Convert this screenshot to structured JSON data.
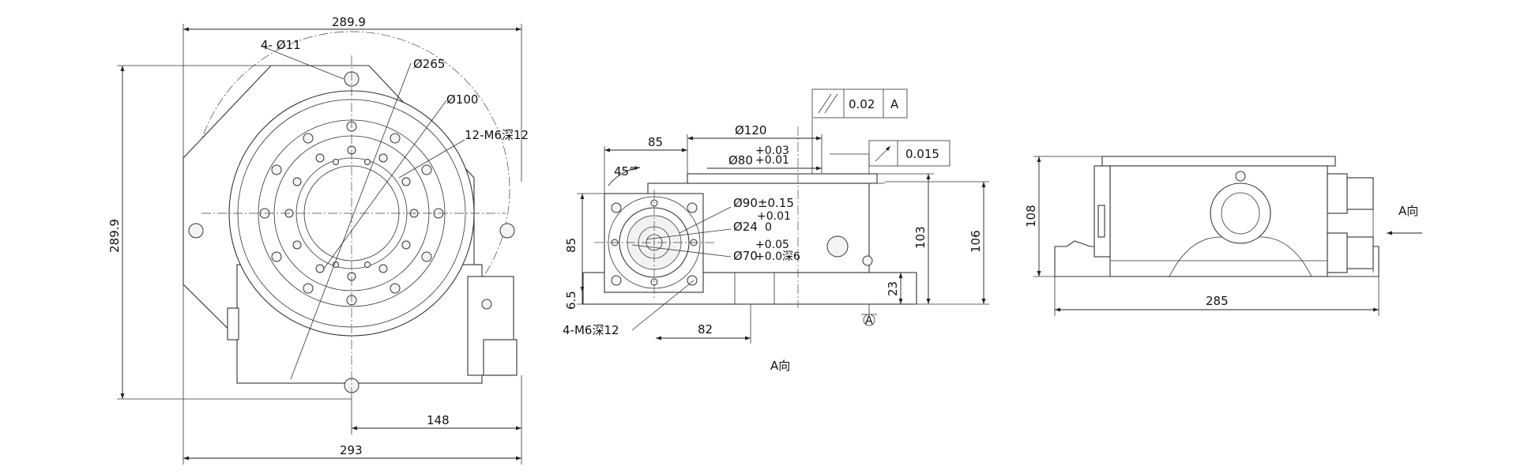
{
  "left_view": {
    "width_top": "289.9",
    "holes_note": "4- Ø11",
    "dia_265": "Ø265",
    "dia_100": "Ø100",
    "thread_note": "12-M6深12",
    "height_left": "289.9",
    "dim_148": "148",
    "dim_293": "293"
  },
  "mid_view": {
    "dim_85_top": "85",
    "dia_120": "Ø120",
    "dia_80": "Ø80",
    "dia_80_tol": "+0.03",
    "dia_80_tol2": "+0.01",
    "angle": "45°",
    "dia_90": "Ø90±0.15",
    "dia_24": "Ø24",
    "dia_24_tol_upper": "+0.01",
    "dia_24_tol_lower": "0",
    "dia_70": "Ø70",
    "dia_70_tol_upper": "+0.05",
    "dia_70_tol_lower": "+0.0深6",
    "dim_85_left": "85",
    "dim_6_5": "6.5",
    "thread_note": "4-M6深12",
    "dim_82": "82",
    "dim_23": "23",
    "dim_103": "103",
    "dim_106": "106",
    "datum": "A",
    "view_label": "A向"
  },
  "tolerance_frames": {
    "parallel_value": "0.02",
    "parallel_datum": "A",
    "runout_value": "0.015"
  },
  "right_view": {
    "height": "108",
    "width": "285",
    "arrow_label": "A向"
  }
}
